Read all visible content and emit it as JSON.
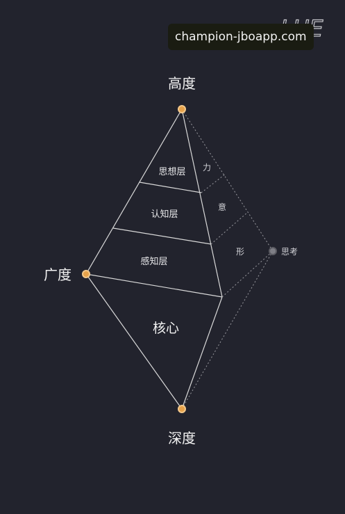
{
  "watermark": "champion-jboapp.com",
  "logo_text": "LUE",
  "nodes": {
    "top": "高度",
    "left": "广度",
    "bottom": "深度",
    "right": "思考"
  },
  "layers": [
    "思想层",
    "认知层",
    "感知层",
    "核心"
  ],
  "side_labels": [
    "力",
    "意",
    "形"
  ],
  "colors": {
    "background": "#22232d",
    "line": "#d9d9d9",
    "dot": "#e7a24a",
    "gray_dot": "#7f7f86"
  }
}
